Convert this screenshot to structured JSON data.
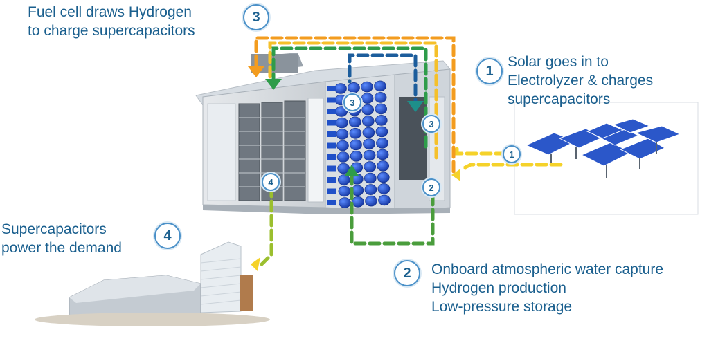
{
  "captions": {
    "step3": [
      "Fuel cell draws Hydrogen",
      "to charge supercapacitors"
    ],
    "step1": [
      "Solar goes in to",
      "Electrolyzer & charges",
      "supercapacitors"
    ],
    "step4": [
      "Supercapacitors",
      "power the demand"
    ],
    "step2": [
      "Onboard atmospheric water capture",
      "Hydrogen production",
      "Low-pressure storage"
    ]
  },
  "badges": {
    "big": {
      "step3": "3",
      "step1": "1",
      "step4": "4",
      "step2": "2"
    },
    "small": {
      "tanks": "3",
      "right": "3",
      "solar": "1",
      "water": "2",
      "demand": "4"
    }
  },
  "colors": {
    "text": "#1a5f8e",
    "badge_border": "#4a90c8",
    "arrow_orange": "#f39c1f",
    "arrow_yellow": "#f5d22a",
    "arrow_green": "#2e9c4a",
    "arrow_teal": "#1e8f8a",
    "arrow_blue": "#1c5d9c",
    "tank_blue": "#1f4fc4"
  },
  "icons": [
    "solar-panel-array-icon",
    "container-icon",
    "hydrogen-tank-icon",
    "building-icon"
  ]
}
